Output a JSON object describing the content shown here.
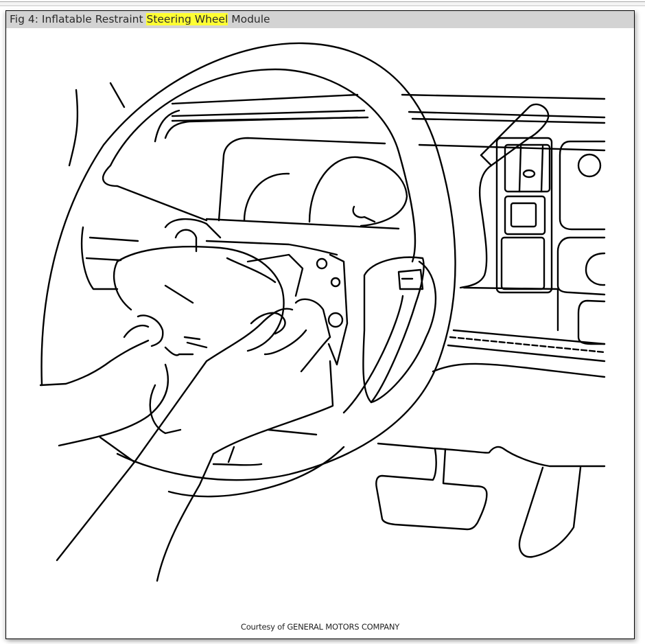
{
  "page": {
    "top_rule": "browser-top-divider"
  },
  "figure": {
    "title_prefix": "Fig 4: Inflatable Restraint ",
    "title_highlight": "Steering Wheel",
    "title_suffix": " Module",
    "highlight_color": "#ffff33",
    "title_bar_color": "#d3d3d3",
    "illustration_description": "Line drawing of two hands removing the inflatable restraint module from a steering wheel, with dashboard, instrument cluster, gear shift lever, switch panel, and pedals in background",
    "credit": "Courtesy of GENERAL MOTORS COMPANY"
  }
}
